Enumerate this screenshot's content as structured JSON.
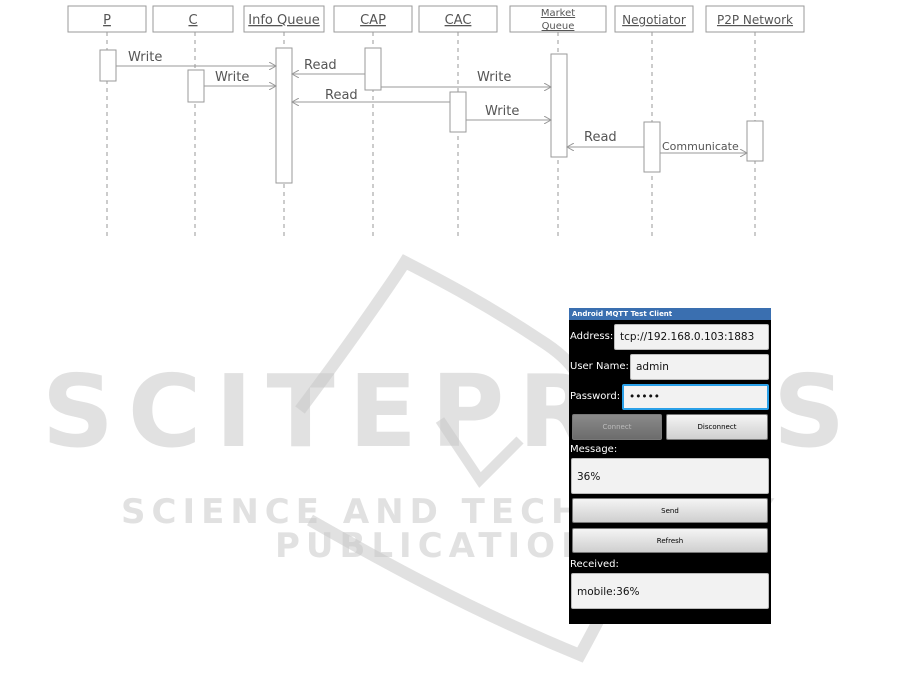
{
  "diagram": {
    "participants": [
      {
        "label": "P"
      },
      {
        "label": "C"
      },
      {
        "label": "Info Queue"
      },
      {
        "label": "CAP"
      },
      {
        "label": "CAC"
      },
      {
        "label": "Market\nQueue"
      },
      {
        "label": "Negotiator"
      },
      {
        "label": "P2P Network"
      }
    ],
    "messages": [
      {
        "from": "P",
        "to": "Info Queue",
        "label": "Write"
      },
      {
        "from": "C",
        "to": "Info Queue",
        "label": "Write"
      },
      {
        "from": "CAP",
        "to": "Info Queue",
        "label": "Read"
      },
      {
        "from": "CAP",
        "to": "Market Queue",
        "label": "Write"
      },
      {
        "from": "CAC",
        "to": "Info Queue",
        "label": "Read"
      },
      {
        "from": "CAC",
        "to": "Market Queue",
        "label": "Write"
      },
      {
        "from": "Negotiator",
        "to": "Market Queue",
        "label": "Read"
      },
      {
        "from": "Negotiator",
        "to": "P2P Network",
        "label": "Communicate"
      }
    ]
  },
  "watermark": {
    "main": "SCITEPRESS",
    "sub": "SCIENCE AND TECHNOLOGY PUBLICATIONS"
  },
  "app": {
    "title": "Android MQTT Test Client",
    "address_label": "Address:",
    "address_value": "tcp://192.168.0.103:1883",
    "username_label": "User Name:",
    "username_value": "admin",
    "password_label": "Password:",
    "password_value": "•••••",
    "connect_label": "Connect",
    "disconnect_label": "Disconnect",
    "message_label": "Message:",
    "message_value": "36%",
    "send_label": "Send",
    "refresh_label": "Refresh",
    "received_label": "Received:",
    "received_value": "mobile:36%"
  },
  "colors": {
    "line": "#9a9a9a",
    "text": "#555555",
    "titlebar": "#3a6fb0",
    "focus": "#2aa0e8"
  }
}
